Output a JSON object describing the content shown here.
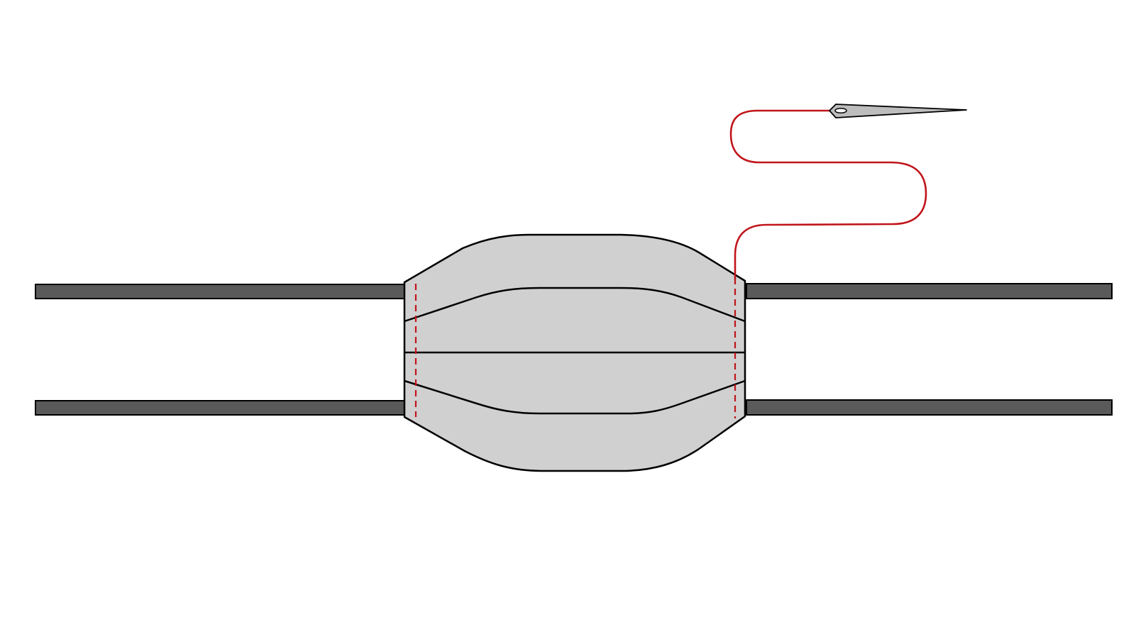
{
  "colors": {
    "background": "#ffffff",
    "bar_fill": "#5a5a5a",
    "outline": "#000000",
    "fabric_fill": "#d0d0d0",
    "thread": "#c0151b",
    "needle_fill": "#bdbdbd"
  },
  "components": {
    "left_bars": 2,
    "right_bars": 2,
    "fabric_panels": 4,
    "stitch_lines": 2,
    "needle_icon": "needle-icon",
    "thread": "red-thread"
  }
}
